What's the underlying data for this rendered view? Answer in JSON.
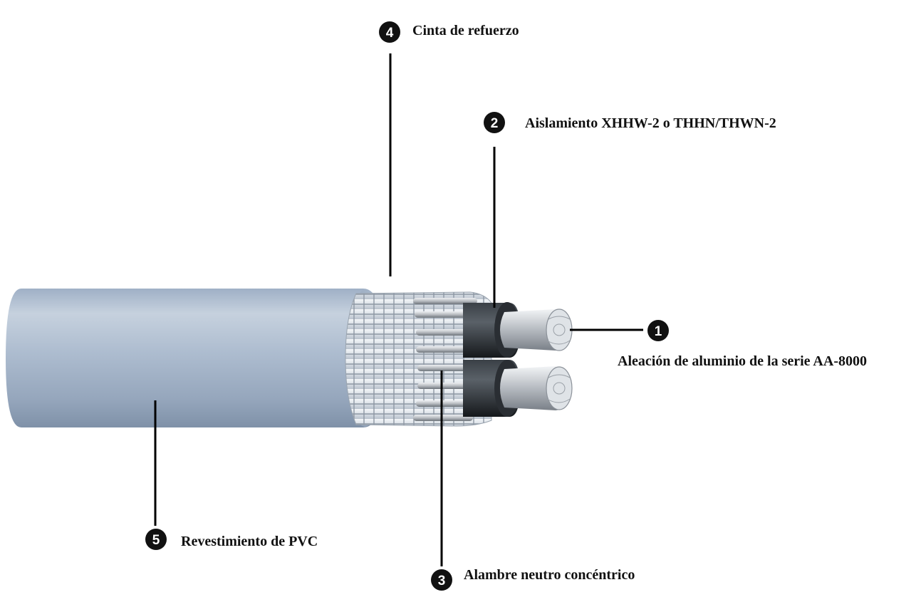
{
  "labels": {
    "c1": {
      "number": "1",
      "text": "Aleación de aluminio de la serie AA-8000"
    },
    "c2": {
      "number": "2",
      "text": "Aislamiento XHHW-2 o THHN/THWN-2"
    },
    "c3": {
      "number": "3",
      "text": "Alambre neutro concéntrico"
    },
    "c4": {
      "number": "4",
      "text": "Cinta de refuerzo"
    },
    "c5": {
      "number": "5",
      "text": "Revestimiento de PVC"
    }
  },
  "colors": {
    "jacket": "#a9b7c9",
    "insulation": "#2b2f33",
    "aluminum": "#c8ccd0",
    "neutral_wire": "#b0b4b8",
    "tape": "#e8ecf0",
    "callout": "#111111"
  }
}
